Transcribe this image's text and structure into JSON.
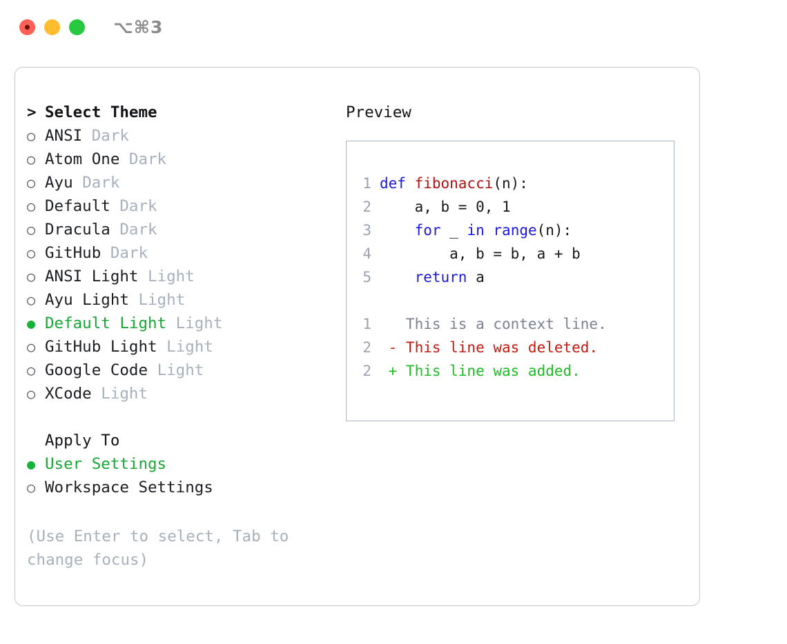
{
  "window": {
    "shortcut": "⌥⌘3",
    "traffic_lights": [
      {
        "name": "close",
        "color": "#ff5f57"
      },
      {
        "name": "minimize",
        "color": "#febc2e"
      },
      {
        "name": "maximize",
        "color": "#28c840"
      }
    ]
  },
  "theme_picker": {
    "prompt": ">",
    "title": "Select Theme",
    "bullet_selected": "●",
    "bullet_unselected": "○",
    "items": [
      {
        "name": "ANSI",
        "kind": "Dark",
        "selected": false
      },
      {
        "name": "Atom One",
        "kind": "Dark",
        "selected": false
      },
      {
        "name": "Ayu",
        "kind": "Dark",
        "selected": false
      },
      {
        "name": "Default",
        "kind": "Dark",
        "selected": false
      },
      {
        "name": "Dracula",
        "kind": "Dark",
        "selected": false
      },
      {
        "name": "GitHub",
        "kind": "Dark",
        "selected": false
      },
      {
        "name": "ANSI Light",
        "kind": "Light",
        "selected": false
      },
      {
        "name": "Ayu Light",
        "kind": "Light",
        "selected": false
      },
      {
        "name": "Default Light",
        "kind": "Light",
        "selected": true
      },
      {
        "name": "GitHub Light",
        "kind": "Light",
        "selected": false
      },
      {
        "name": "Google Code",
        "kind": "Light",
        "selected": false
      },
      {
        "name": "XCode",
        "kind": "Light",
        "selected": false
      }
    ]
  },
  "apply_to": {
    "label": "Apply To",
    "items": [
      {
        "name": "User Settings",
        "selected": true
      },
      {
        "name": "Workspace Settings",
        "selected": false
      }
    ]
  },
  "hint": "(Use Enter to select, Tab to change focus)",
  "preview": {
    "title": "Preview",
    "code_lines": [
      {
        "num": "1",
        "segments": [
          {
            "text": "def ",
            "cls": "tok-kw"
          },
          {
            "text": "fibonacci",
            "cls": "tok-fn"
          },
          {
            "text": "(n):",
            "cls": "tok-plain"
          }
        ]
      },
      {
        "num": "2",
        "segments": [
          {
            "text": "    a, b = 0, 1",
            "cls": "tok-plain"
          }
        ]
      },
      {
        "num": "3",
        "segments": [
          {
            "text": "    ",
            "cls": "tok-plain"
          },
          {
            "text": "for",
            "cls": "tok-kw"
          },
          {
            "text": " _ ",
            "cls": "tok-plain"
          },
          {
            "text": "in",
            "cls": "tok-kw"
          },
          {
            "text": " ",
            "cls": "tok-plain"
          },
          {
            "text": "range",
            "cls": "tok-kw"
          },
          {
            "text": "(n):",
            "cls": "tok-plain"
          }
        ]
      },
      {
        "num": "4",
        "segments": [
          {
            "text": "        a, b = b, a + b",
            "cls": "tok-plain"
          }
        ]
      },
      {
        "num": "5",
        "segments": [
          {
            "text": "    ",
            "cls": "tok-plain"
          },
          {
            "text": "return",
            "cls": "tok-kw"
          },
          {
            "text": " a",
            "cls": "tok-plain"
          }
        ]
      }
    ],
    "diff_lines": [
      {
        "num": "1",
        "segments": [
          {
            "text": "   This is a context line.",
            "cls": "tok-ctx"
          }
        ]
      },
      {
        "num": "2",
        "segments": [
          {
            "text": " - This line was deleted.",
            "cls": "tok-del"
          }
        ]
      },
      {
        "num": "2",
        "segments": [
          {
            "text": " + This line was added.",
            "cls": "tok-add"
          }
        ]
      }
    ]
  },
  "colors": {
    "accent_green": "#17a734",
    "muted": "#a8b0bc",
    "keyword_blue": "#1a17e0",
    "function_red": "#b01212",
    "diff_add": "#1bbd22",
    "diff_del": "#c21a10",
    "border": "#c3c8d2"
  }
}
